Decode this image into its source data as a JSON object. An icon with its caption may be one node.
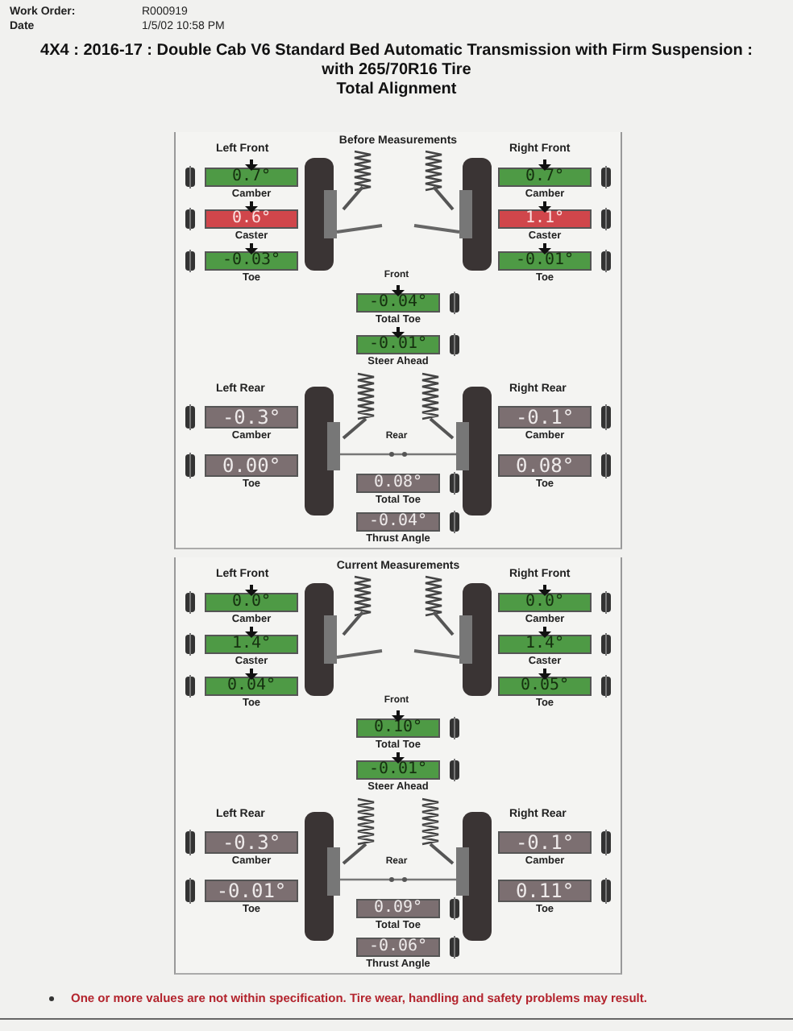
{
  "diagram": {
    "title": "4X4 : 2016-17 : Double Cab V6 Standard Bed Automatic Transmission with Firm Suspension : with 265/70R16 Tire",
    "nodes": [
      {
        "text": [
          "Before Measurements"
        ]
      },
      {
        "text": [
          "0.7°"
        ],
        "beside": [
          "Camber"
        ],
        "in": 0
      },
      {
        "text": [
          "0.7°"
        ],
        "beside": [
          "Camber"
        ],
        "in": 0
      },
      {
        "text": [
          "0.6°"
        ],
        "beside": [
          "Caster"
        ],
        "in": 0
      },
      {
        "text": [
          "1.1°"
        ],
        "beside": [
          "Caster"
        ],
        "in": 0
      },
      {
        "text": [
          "-0.03°"
        ],
        "beside": [
          "Toe"
        ],
        "in": 0
      },
      {
        "text": [
          "-0.01°"
        ],
        "beside": [
          "Toe"
        ],
        "in": 0
      },
      {
        "text": [
          "-0.04°"
        ],
        "beside": [
          "Total Toe"
        ],
        "in": 0
      },
      {
        "text": [
          "-0.01°"
        ],
        "beside": [
          "Steer Ahead"
        ],
        "in": 0
      },
      {
        "text": [
          "-0.3°"
        ],
        "beside": [
          "Camber"
        ],
        "in": 0
      },
      {
        "text": [
          "-0.1°"
        ],
        "beside": [
          "Camber"
        ],
        "in": 0
      },
      {
        "text": [
          "0.00°"
        ],
        "beside": [
          "Toe"
        ],
        "in": 0
      },
      {
        "text": [
          "0.08°"
        ],
        "beside": [
          "Toe"
        ],
        "in": 0
      },
      {
        "text": [
          "0.08°"
        ],
        "beside": [
          "Total Toe"
        ],
        "in": 0
      },
      {
        "text": [
          "-0.04°"
        ],
        "beside": [
          "Thrust Angle"
        ],
        "in": 0
      },
      {
        "text": [
          "Current Measurements"
        ]
      },
      {
        "text": [
          "0.0°"
        ],
        "beside": [
          "Camber"
        ],
        "in": 15
      },
      {
        "text": [
          "0.0°"
        ],
        "beside": [
          "Camber"
        ],
        "in": 15
      },
      {
        "text": [
          "1.4°"
        ],
        "beside": [
          "Caster"
        ],
        "in": 15
      },
      {
        "text": [
          "1.4°"
        ],
        "beside": [
          "Caster"
        ],
        "in": 15
      },
      {
        "text": [
          "0.04°"
        ],
        "beside": [
          "Toe"
        ],
        "in": 15
      },
      {
        "text": [
          "0.05°"
        ],
        "beside": [
          "Toe"
        ],
        "in": 15
      },
      {
        "text": [
          "0.10°"
        ],
        "beside": [
          "Total Toe"
        ],
        "in": 15
      },
      {
        "text": [
          "-0.01°"
        ],
        "beside": [
          "Steer Ahead"
        ],
        "in": 15
      },
      {
        "text": [
          "-0.3°"
        ],
        "beside": [
          "Camber"
        ],
        "in": 15
      },
      {
        "text": [
          "-0.1°"
        ],
        "beside": [
          "Camber"
        ],
        "in": 15
      },
      {
        "text": [
          "-0.01°"
        ],
        "beside": [
          "Toe"
        ],
        "in": 15
      },
      {
        "text": [
          "0.11°"
        ],
        "beside": [
          "Toe"
        ],
        "in": 15
      },
      {
        "text": [
          "0.09°"
        ],
        "beside": [
          "Total Toe"
        ],
        "in": 15
      },
      {
        "text": [
          "-0.06°"
        ],
        "beside": [
          "Thrust Angle"
        ],
        "in": 15
      }
    ],
    "labels": [
      "Work Order:",
      "R000919",
      "Date",
      "1/5/02 10:58 PM",
      "Total Alignment",
      "Left Front",
      "Right Front",
      "Front",
      "Left Rear",
      "Right Rear",
      "Rear",
      "Left Front",
      "Right Front",
      "Front",
      "Left Rear",
      "Right Rear",
      "Rear",
      "One or more values are not within specification. Tire wear, handling and safety problems may result."
    ]
  }
}
